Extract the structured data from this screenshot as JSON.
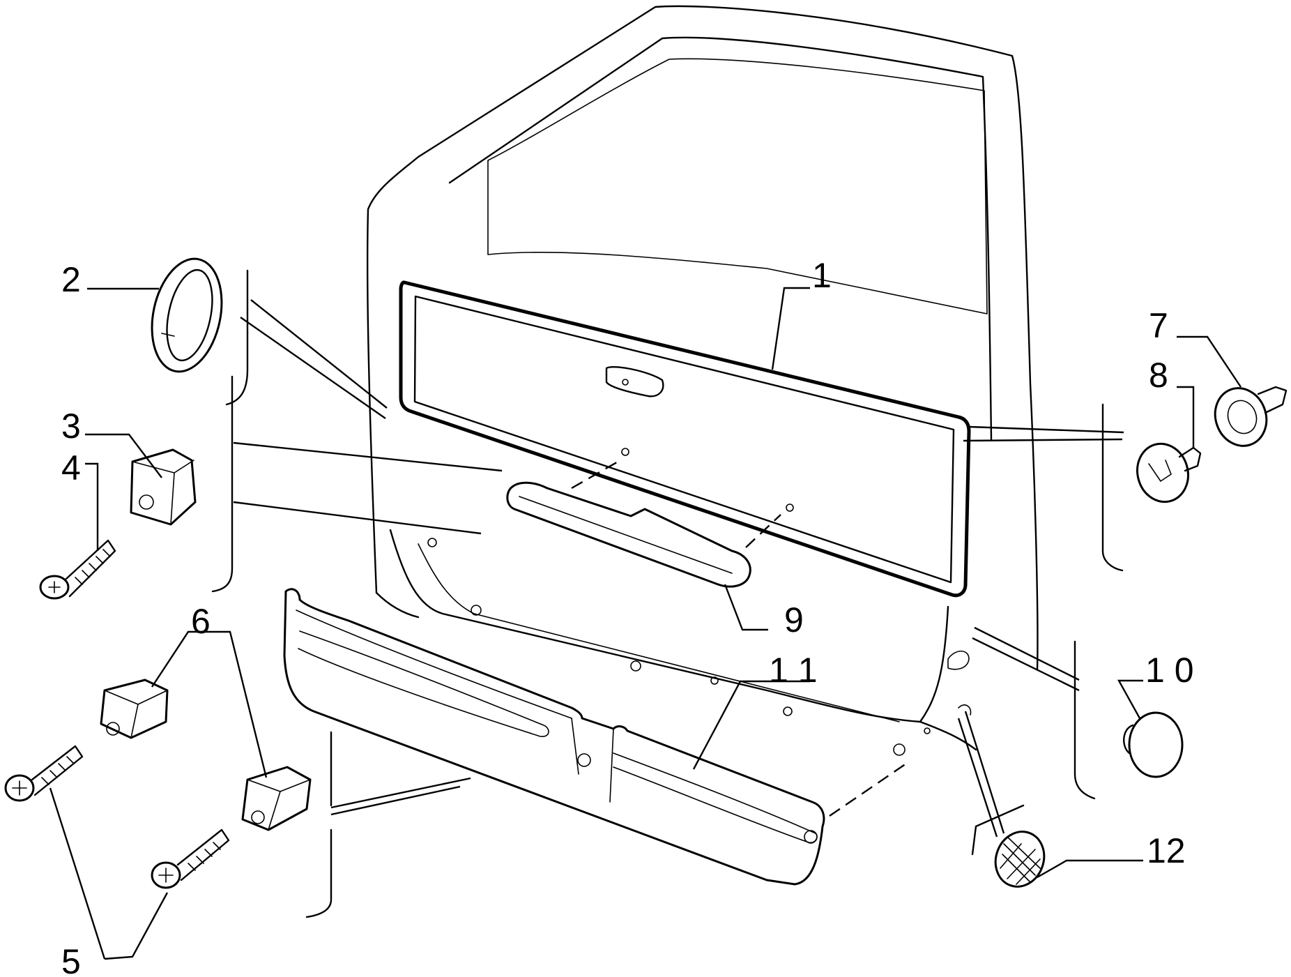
{
  "diagram": {
    "callouts": [
      {
        "id": "1",
        "label": "1"
      },
      {
        "id": "2",
        "label": "2"
      },
      {
        "id": "3",
        "label": "3"
      },
      {
        "id": "4",
        "label": "4"
      },
      {
        "id": "5",
        "label": "5"
      },
      {
        "id": "6",
        "label": "6"
      },
      {
        "id": "7",
        "label": "7"
      },
      {
        "id": "8",
        "label": "8"
      },
      {
        "id": "9",
        "label": "9"
      },
      {
        "id": "10",
        "label": "1 0"
      },
      {
        "id": "11",
        "label": "1 1"
      },
      {
        "id": "12",
        "label": "12"
      }
    ],
    "colors": {
      "ink": "#000000",
      "paper": "#ffffff"
    }
  }
}
